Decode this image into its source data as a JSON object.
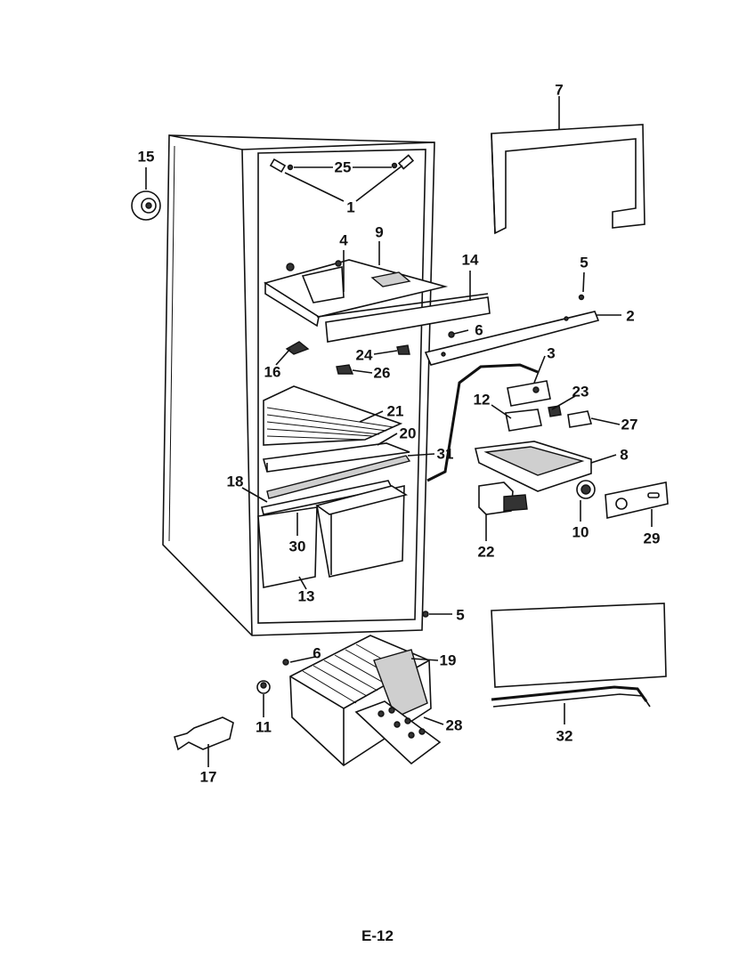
{
  "page_number": "E-12",
  "callouts": [
    "1",
    "2",
    "3",
    "4",
    "5",
    "6",
    "7",
    "8",
    "9",
    "10",
    "11",
    "12",
    "13",
    "14",
    "15",
    "16",
    "17",
    "18",
    "19",
    "20",
    "21",
    "22",
    "23",
    "24",
    "25",
    "26",
    "27",
    "28",
    "29",
    "30",
    "31",
    "32"
  ],
  "callout_extra": {
    "c5b": "5",
    "c6b": "6"
  }
}
